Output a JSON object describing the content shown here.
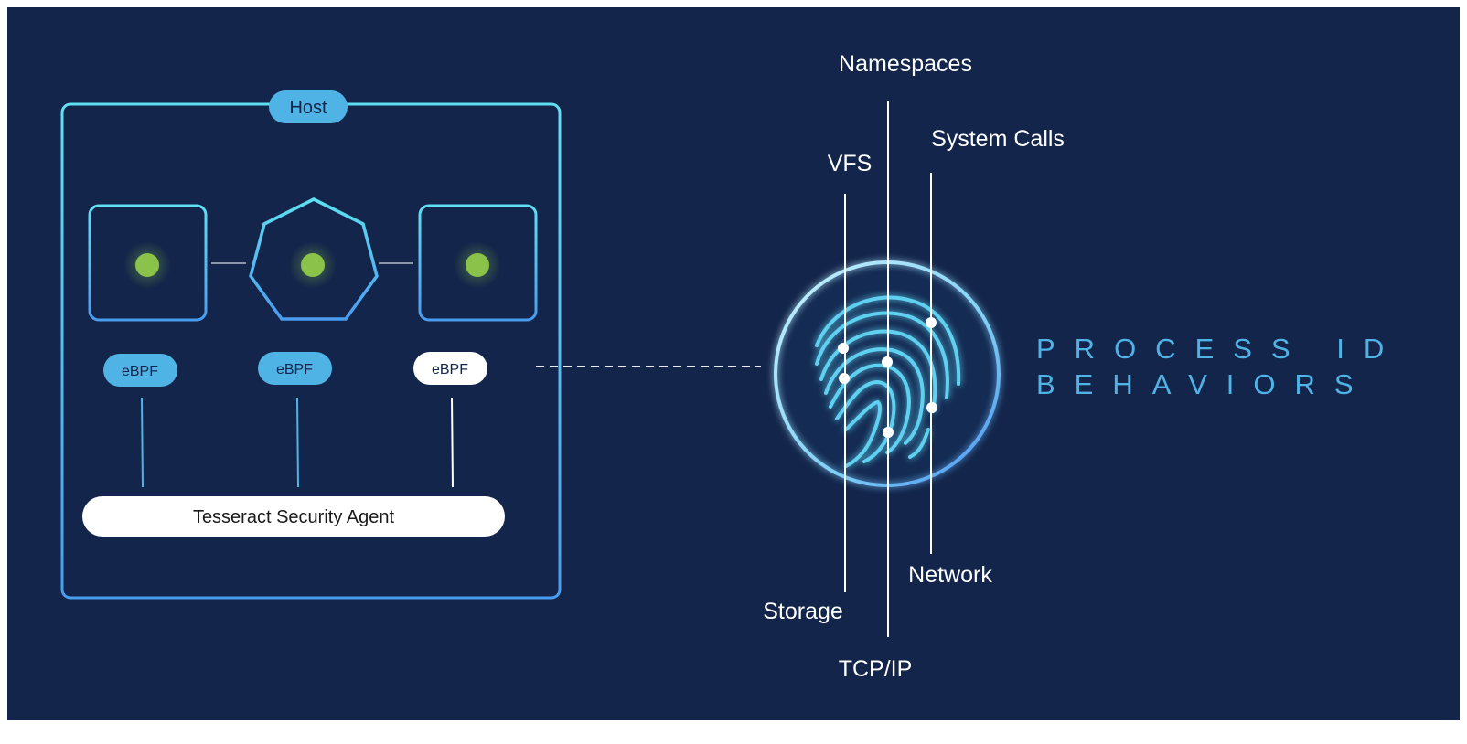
{
  "host": {
    "label": "Host",
    "ebpf_pills": [
      {
        "label": "eBPF",
        "style": "blue"
      },
      {
        "label": "eBPF",
        "style": "blue"
      },
      {
        "label": "eBPF",
        "style": "white"
      }
    ],
    "agent_label": "Tesseract Security Agent"
  },
  "fingerprint": {
    "labels": {
      "namespaces": "Namespaces",
      "vfs": "VFS",
      "system_calls": "System Calls",
      "storage": "Storage",
      "network": "Network",
      "tcp_ip": "TCP/IP"
    }
  },
  "headline": {
    "line1": "PROCESS ID",
    "line2": "BEHAVIORS"
  },
  "colors": {
    "background": "#13254a",
    "accent_cyan": "#5fd6f0",
    "accent_blue": "#4fb3e6",
    "node_green": "#8bc34a",
    "white": "#ffffff"
  }
}
